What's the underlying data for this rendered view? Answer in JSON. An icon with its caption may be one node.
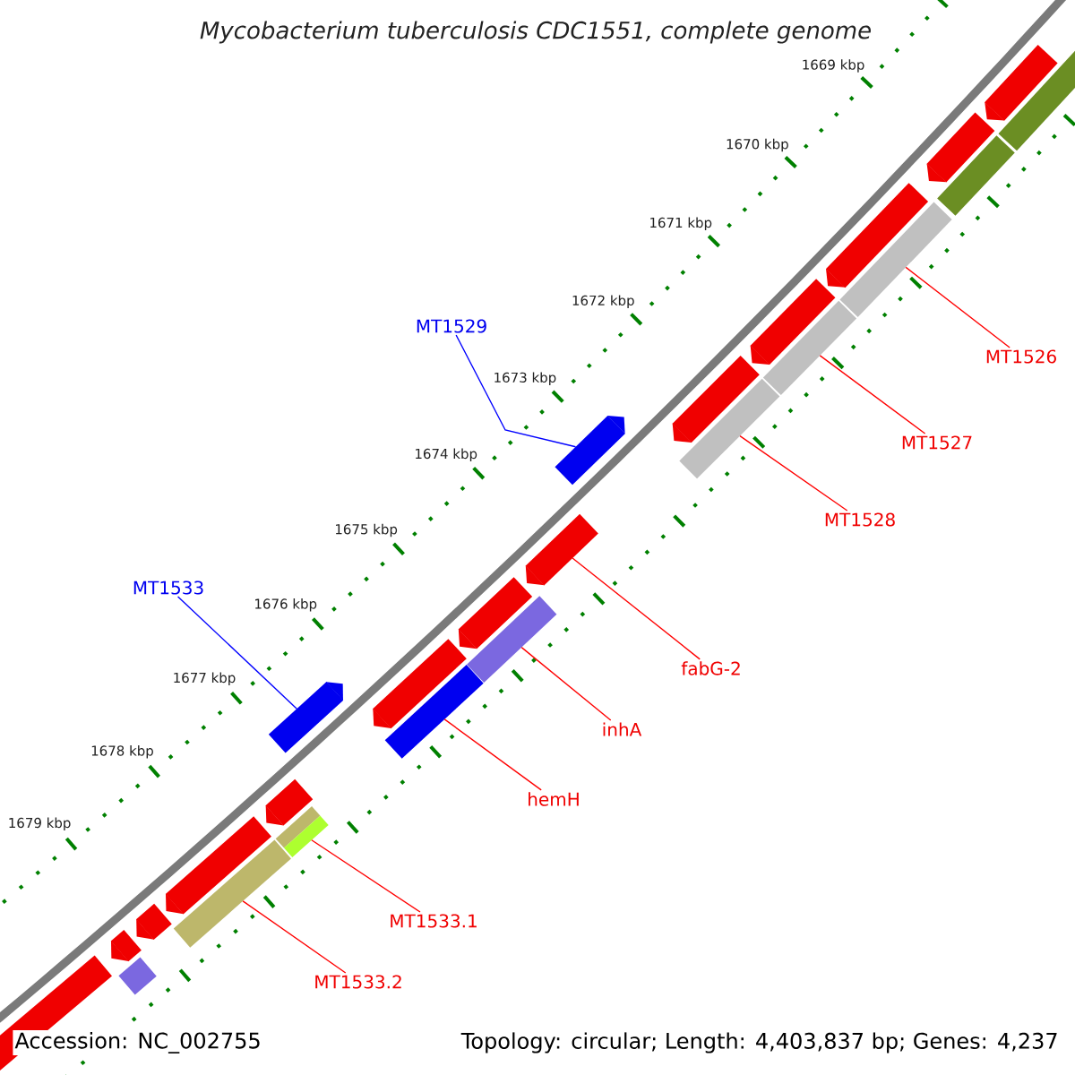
{
  "diagram": {
    "title": "Mycobacterium tuberculosis CDC1551, complete genome",
    "nodes": [
      {
        "text": [
          "MT1529"
        ]
      },
      {
        "text": [
          "MT1526"
        ]
      },
      {
        "text": [
          "MT1527"
        ]
      },
      {
        "text": [
          "MT1533"
        ]
      },
      {
        "text": [
          "MT1528"
        ]
      },
      {
        "text": [
          "fabG-2"
        ]
      },
      {
        "text": [
          "inhA"
        ]
      },
      {
        "text": [
          "hemH"
        ]
      },
      {
        "text": [
          "MT1533.1"
        ]
      },
      {
        "text": [
          "MT1533.2"
        ]
      },
      {
        "text": [],
        "shape": "bar"
      },
      {
        "text": [],
        "shape": "arrow"
      },
      {
        "text": [],
        "shape": "arrow"
      },
      {
        "text": [],
        "shape": "bar"
      },
      {
        "text": [],
        "shape": "bar"
      },
      {
        "text": [],
        "shape": "arrow"
      },
      {
        "text": [],
        "shape": "bar"
      },
      {
        "text": [],
        "shape": "arrow"
      },
      {
        "text": [],
        "shape": "arrow"
      },
      {
        "text": [],
        "shape": "bar"
      },
      {
        "text": [],
        "shape": "arrow"
      },
      {
        "text": [],
        "shape": "arrow"
      },
      {
        "text": [],
        "shape": "bar"
      },
      {
        "text": [],
        "shape": "arrow"
      },
      {
        "text": [],
        "shape": "arrow"
      },
      {
        "text": [],
        "shape": "bar"
      },
      {
        "text": [],
        "shape": "arrow"
      },
      {
        "text": [],
        "shape": "arrow"
      },
      {
        "text": [],
        "shape": "bar"
      },
      {
        "text": [],
        "shape": "bar"
      },
      {
        "text": [],
        "shape": "bar"
      },
      {
        "text": [],
        "shape": "arrow"
      },
      {
        "text": [],
        "shape": "arrow"
      },
      {
        "text": [],
        "shape": "arrow"
      },
      {
        "text": [],
        "shape": "bar"
      },
      {
        "text": [],
        "shape": "arrow"
      }
    ],
    "edges": [
      {
        "from": 0,
        "to": 20,
        "arrow": "none",
        "color": "#0000ff"
      },
      {
        "from": 1,
        "to": 14,
        "arrow": "none"
      },
      {
        "from": 2,
        "to": 16,
        "arrow": "none"
      },
      {
        "from": 3,
        "to": 26,
        "arrow": "none",
        "color": "#0000ff"
      },
      {
        "from": 4,
        "to": 19,
        "arrow": "none"
      },
      {
        "from": 5,
        "to": 21,
        "arrow": "none"
      },
      {
        "from": 6,
        "to": 22,
        "arrow": "none"
      },
      {
        "from": 7,
        "to": 25,
        "arrow": "none"
      },
      {
        "from": 8,
        "to": 29,
        "arrow": "none"
      },
      {
        "from": 9,
        "to": 30,
        "arrow": "none"
      }
    ],
    "labels": [
      "1669 kbp",
      "1670 kbp",
      "1671 kbp",
      "1672 kbp",
      "1673 kbp",
      "1674 kbp",
      "1675 kbp",
      "1676 kbp",
      "1677 kbp",
      "1678 kbp",
      "1679 kbp",
      "Accession: NC_002755",
      "Topology: circular; Length: 4,403,837 bp; Genes: 4,237"
    ]
  }
}
